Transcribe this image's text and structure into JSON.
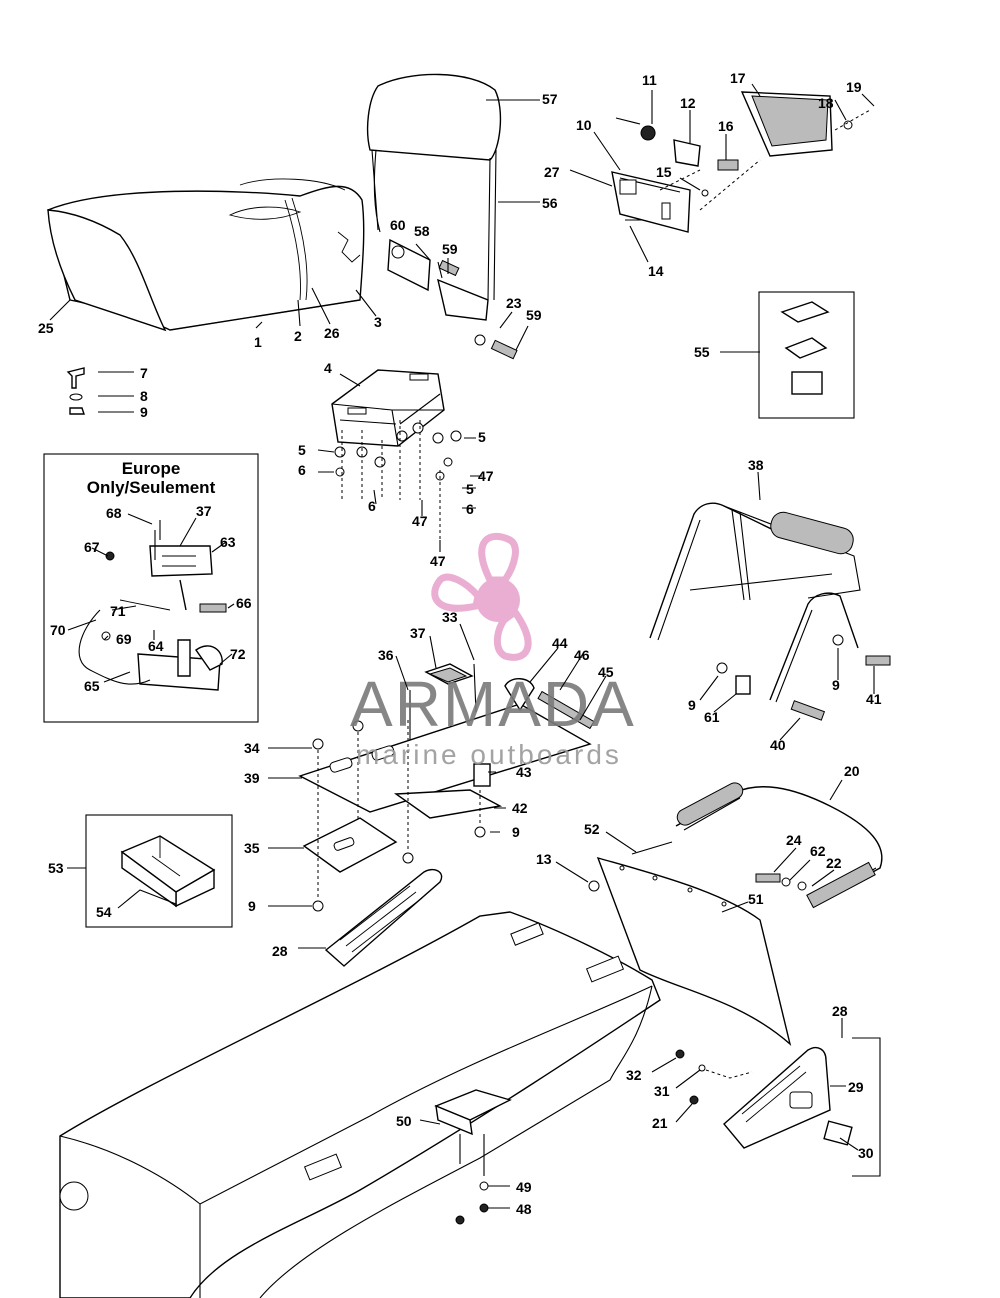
{
  "inset": {
    "title_line1": "Europe",
    "title_line2": "Only/Seulement"
  },
  "watermark": {
    "brand": "ARMADA",
    "tagline": "marine outboards",
    "logo_color": "#e9a6cf"
  },
  "callouts": [
    {
      "id": "c1",
      "text": "1"
    },
    {
      "id": "c2",
      "text": "2"
    },
    {
      "id": "c3",
      "text": "3"
    },
    {
      "id": "c25",
      "text": "25"
    },
    {
      "id": "c26",
      "text": "26"
    },
    {
      "id": "c57",
      "text": "57"
    },
    {
      "id": "c56",
      "text": "56"
    },
    {
      "id": "c60",
      "text": "60"
    },
    {
      "id": "c58",
      "text": "58"
    },
    {
      "id": "c59a",
      "text": "59"
    },
    {
      "id": "c23",
      "text": "23"
    },
    {
      "id": "c59b",
      "text": "59"
    },
    {
      "id": "c11",
      "text": "11"
    },
    {
      "id": "c12",
      "text": "12"
    },
    {
      "id": "c17",
      "text": "17"
    },
    {
      "id": "c18",
      "text": "18"
    },
    {
      "id": "c19",
      "text": "19"
    },
    {
      "id": "c10",
      "text": "10"
    },
    {
      "id": "c16",
      "text": "16"
    },
    {
      "id": "c27",
      "text": "27"
    },
    {
      "id": "c15",
      "text": "15"
    },
    {
      "id": "c14",
      "text": "14"
    },
    {
      "id": "c55",
      "text": "55"
    },
    {
      "id": "c7",
      "text": "7"
    },
    {
      "id": "c8",
      "text": "8"
    },
    {
      "id": "c9a",
      "text": "9"
    },
    {
      "id": "c4",
      "text": "4"
    },
    {
      "id": "c5a",
      "text": "5"
    },
    {
      "id": "c5b",
      "text": "5"
    },
    {
      "id": "c5c",
      "text": "5"
    },
    {
      "id": "c6a",
      "text": "6"
    },
    {
      "id": "c6b",
      "text": "6"
    },
    {
      "id": "c6c",
      "text": "6"
    },
    {
      "id": "c47a",
      "text": "47"
    },
    {
      "id": "c47b",
      "text": "47"
    },
    {
      "id": "c47c",
      "text": "47"
    },
    {
      "id": "c68",
      "text": "68"
    },
    {
      "id": "c37a",
      "text": "37"
    },
    {
      "id": "c67",
      "text": "67"
    },
    {
      "id": "c63",
      "text": "63"
    },
    {
      "id": "c71",
      "text": "71"
    },
    {
      "id": "c66",
      "text": "66"
    },
    {
      "id": "c70",
      "text": "70"
    },
    {
      "id": "c69",
      "text": "69"
    },
    {
      "id": "c64",
      "text": "64"
    },
    {
      "id": "c72",
      "text": "72"
    },
    {
      "id": "c65",
      "text": "65"
    },
    {
      "id": "c38",
      "text": "38"
    },
    {
      "id": "c9b",
      "text": "9"
    },
    {
      "id": "c61",
      "text": "61"
    },
    {
      "id": "c9c",
      "text": "9"
    },
    {
      "id": "c41",
      "text": "41"
    },
    {
      "id": "c40",
      "text": "40"
    },
    {
      "id": "c33",
      "text": "33"
    },
    {
      "id": "c37b",
      "text": "37"
    },
    {
      "id": "c44",
      "text": "44"
    },
    {
      "id": "c46",
      "text": "46"
    },
    {
      "id": "c45",
      "text": "45"
    },
    {
      "id": "c36",
      "text": "36"
    },
    {
      "id": "c34",
      "text": "34"
    },
    {
      "id": "c39",
      "text": "39"
    },
    {
      "id": "c43",
      "text": "43"
    },
    {
      "id": "c42",
      "text": "42"
    },
    {
      "id": "c9d",
      "text": "9"
    },
    {
      "id": "c35",
      "text": "35"
    },
    {
      "id": "c9e",
      "text": "9"
    },
    {
      "id": "c53",
      "text": "53"
    },
    {
      "id": "c54",
      "text": "54"
    },
    {
      "id": "c20",
      "text": "20"
    },
    {
      "id": "c52",
      "text": "52"
    },
    {
      "id": "c24",
      "text": "24"
    },
    {
      "id": "c62",
      "text": "62"
    },
    {
      "id": "c22",
      "text": "22"
    },
    {
      "id": "c13",
      "text": "13"
    },
    {
      "id": "c51",
      "text": "51"
    },
    {
      "id": "c28a",
      "text": "28"
    },
    {
      "id": "c28b",
      "text": "28"
    },
    {
      "id": "c32",
      "text": "32"
    },
    {
      "id": "c31",
      "text": "31"
    },
    {
      "id": "c29",
      "text": "29"
    },
    {
      "id": "c21",
      "text": "21"
    },
    {
      "id": "c30",
      "text": "30"
    },
    {
      "id": "c50",
      "text": "50"
    },
    {
      "id": "c49",
      "text": "49"
    },
    {
      "id": "c48",
      "text": "48"
    }
  ]
}
